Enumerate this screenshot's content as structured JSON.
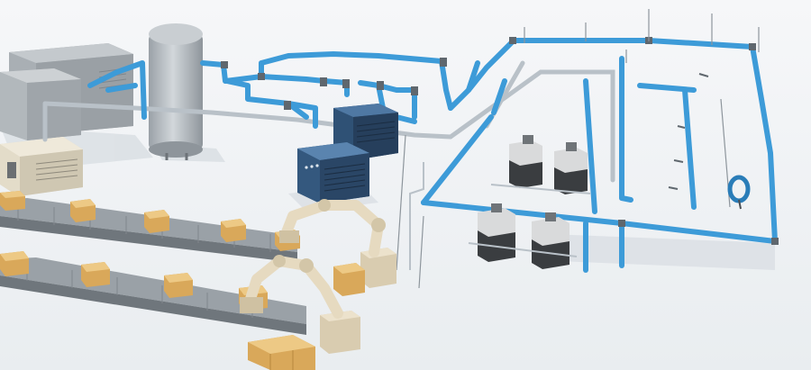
{
  "scene": {
    "subject": "compressed-air-distribution-layout",
    "colors": {
      "floor": "#f2f4f6",
      "pipe_blue": "#3d9bd8",
      "pipe_blue_dark": "#2a7db8",
      "pipe_gray": "#b9c1c8",
      "equipment_gray": "#a7adb2",
      "dryer_blue": "#3b5f86",
      "cardboard": "#e2b66a",
      "robot_beige": "#e8dcc4",
      "conveyor": "#8d949a"
    },
    "boxes_top_conveyor": 6,
    "boxes_bottom_conveyor": 4,
    "robot_arms": 2,
    "air_dryers": 2,
    "compressors": 3,
    "receiver_tanks": 1,
    "machine_stations": 4,
    "hose_reels": 1
  }
}
